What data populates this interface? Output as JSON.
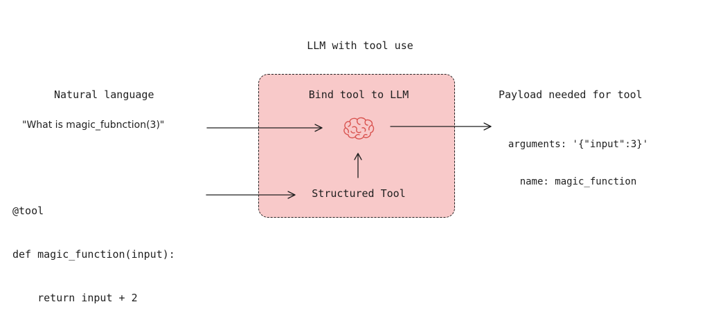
{
  "diagram": {
    "title": "LLM with tool use",
    "left_column_header": "Natural language",
    "right_column_header": "Payload needed for tool",
    "center_box": {
      "title": "Bind tool to LLM",
      "tool_label": "Structured Tool",
      "fill_color": "#f8c9c9",
      "icon": "brain-icon",
      "icon_color": "#d9534f"
    },
    "question": "\"What is magic_fubnction(3)\"",
    "code_lines": [
      "@tool",
      "def magic_function(input):",
      "    return input + 2"
    ],
    "payload_lines": [
      "arguments: '{\"input\":3}'",
      "name: magic_function"
    ]
  }
}
